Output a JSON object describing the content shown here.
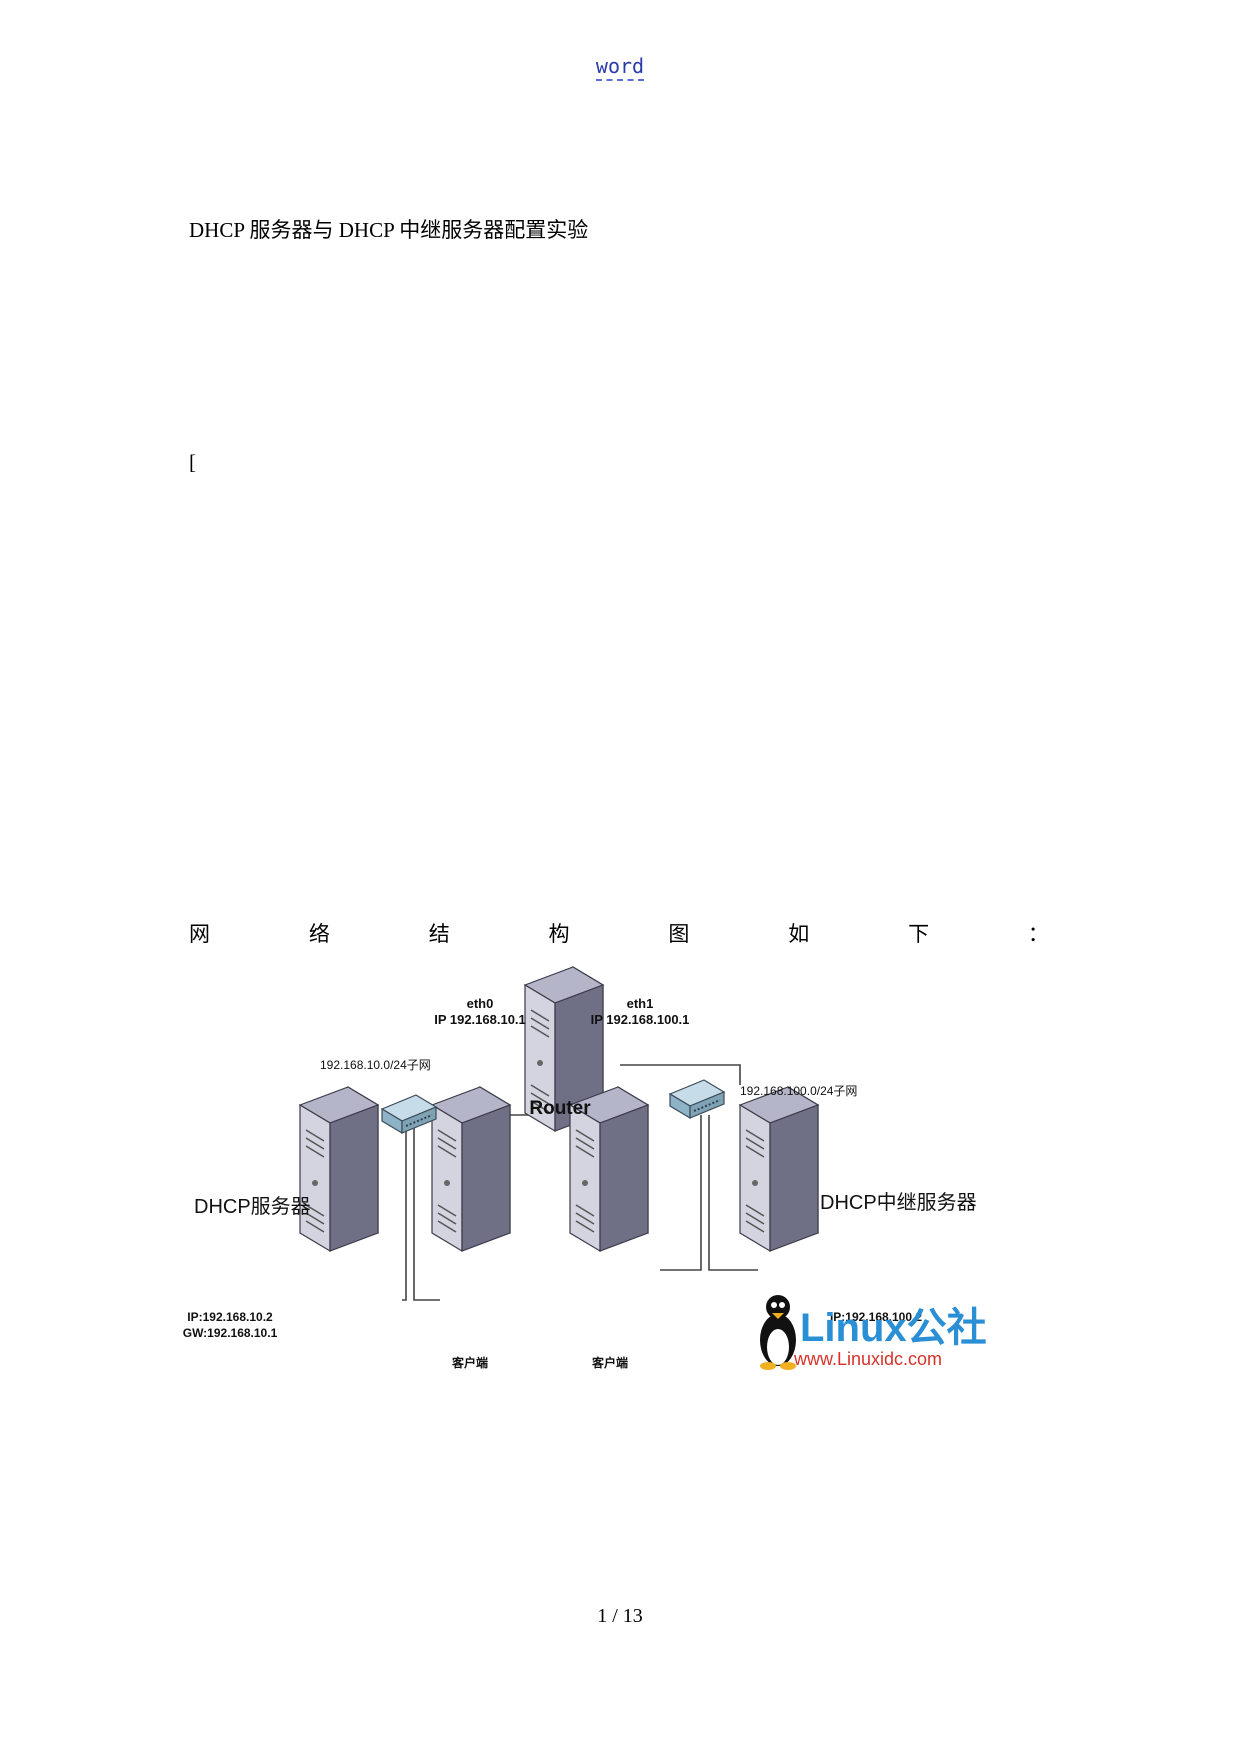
{
  "header": {
    "text": "word"
  },
  "document": {
    "title": "DHCP 服务器与 DHCP 中继服务器配置实验",
    "bracket": "[",
    "caption_chars": [
      "网",
      "络",
      "结",
      "构",
      "图",
      "如",
      "下",
      "："
    ]
  },
  "diagram": {
    "router": {
      "label": "Router",
      "eth0_name": "eth0",
      "eth0_ip": "IP 192.168.10.1",
      "eth1_name": "eth1",
      "eth1_ip": "IP 192.168.100.1"
    },
    "subnet_left": "192.168.10.0/24子网",
    "subnet_right": "192.168.100.0/24子网",
    "dhcp_server": {
      "label": "DHCP服务器",
      "ip": "IP:192.168.10.2",
      "gw": "GW:192.168.10.1"
    },
    "relay_server": {
      "label": "DHCP中继服务器",
      "ip": "IP:192.168.100.2"
    },
    "client_label": "客户端",
    "watermark": {
      "brand": "Linux公社",
      "url": "www.Linuxidc.com"
    }
  },
  "footer": {
    "page": "1 / 13"
  },
  "colors": {
    "server_front": "#6f6f86",
    "server_side": "#9c9cb4",
    "switch": "#a8c4d4",
    "watermark_blue": "#2b8fd6",
    "watermark_red": "#d6322a",
    "header_link": "#2a3aa8"
  }
}
